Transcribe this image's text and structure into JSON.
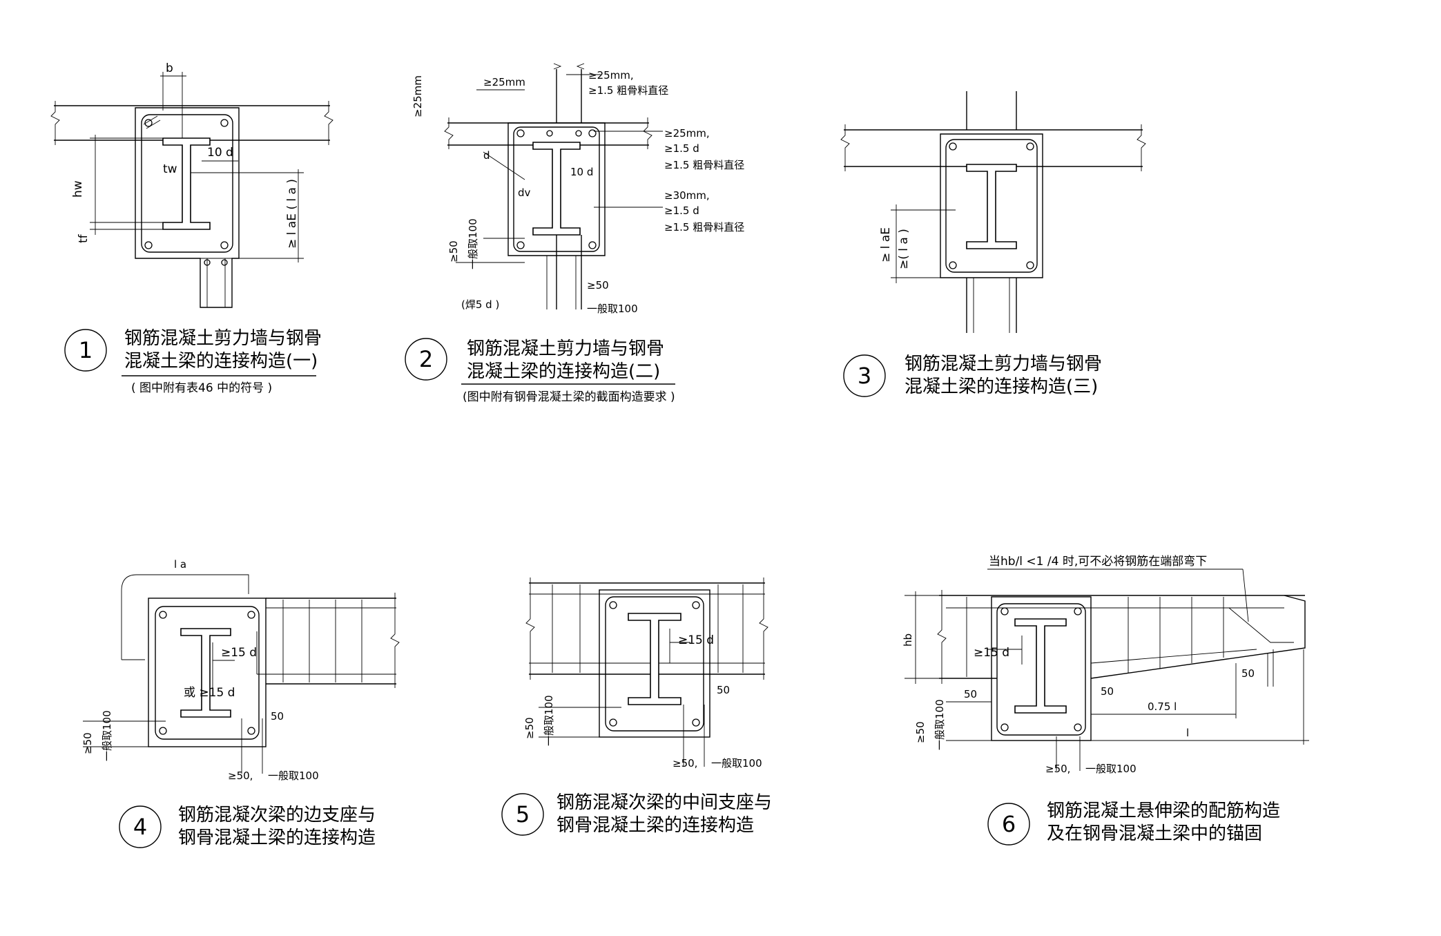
{
  "details": [
    {
      "number": "1",
      "caption_line1": "钢筋混凝土剪力墙与钢骨",
      "caption_line2": "混凝土梁的连接构造(一)",
      "note": "( 图中附有表46  中的符号 )",
      "labels": {
        "b": "b",
        "ten_d": "10 d",
        "tw": "tw",
        "hw": "hw",
        "tf": "tf",
        "anchor": "≥ l aE ( l a )"
      }
    },
    {
      "number": "2",
      "caption_line1": "钢筋混凝土剪力墙与钢骨",
      "caption_line2": "混凝土梁的连接构造(二)",
      "note": "(图中附有钢骨混凝土梁的截面构造要求 )",
      "labels": {
        "top_25": "≥25mm",
        "left_25": "≥25mm",
        "top_right_1": "≥25mm,",
        "top_right_2": "≥1.5  粗骨料直径",
        "right_a1": "≥25mm,",
        "right_a2": "≥1.5  d",
        "right_a3": "≥1.5  粗骨料直径",
        "right_b1": "≥30mm,",
        "right_b2": "≥1.5  d",
        "right_b3": "≥1.5  粗骨料直径",
        "d_label": "d",
        "dv": "dv",
        "ten_d": "10 d",
        "ge50": "≥50",
        "general100": "一般取100",
        "weld": "(焊5 d )",
        "ge50_b": "≥50",
        "general100_b": "一般取100"
      }
    },
    {
      "number": "3",
      "caption_line1": "钢筋混凝土剪力墙与钢骨",
      "caption_line2": "混凝土梁的连接构造(三)",
      "labels": {
        "anchor1": "≥ l aE",
        "anchor2": "≥( l a )"
      }
    },
    {
      "number": "4",
      "caption_line1": "钢筋混凝次梁的边支座与",
      "caption_line2": "钢骨混凝土梁的连接构造",
      "labels": {
        "la": "l a",
        "ge15d_a": "≥15 d",
        "or15d": "或 ≥15 d",
        "fifty": "50",
        "ge50": "≥50",
        "general100": "一般取100",
        "ge50_b": "≥50,",
        "general100_b": "一般取100"
      }
    },
    {
      "number": "5",
      "caption_line1": "钢筋混凝次梁的中间支座与",
      "caption_line2": "钢骨混凝土梁的连接构造",
      "labels": {
        "ge15d": "≥15 d",
        "fifty": "50",
        "ge50": "≥50",
        "general100": "一般取100",
        "ge50_b": "≥50,",
        "general100_b": "一般取100"
      }
    },
    {
      "number": "6",
      "caption_line1": "钢筋混凝土悬伸梁的配筋构造",
      "caption_line2": "及在钢骨混凝土梁中的锚固",
      "labels": {
        "top_note": "当hb/l <1 /4 时,可不必将钢筋在端部弯下",
        "hb": "hb",
        "ge15d": "≥15 d",
        "fifty_a": "50",
        "fifty_b": "50",
        "fifty_c": "50",
        "l075": "0.75  l",
        "l": "l",
        "ge50": "≥50",
        "general100": "一般取100",
        "ge50_b": "≥50,",
        "general100_b": "一般取100"
      }
    }
  ]
}
